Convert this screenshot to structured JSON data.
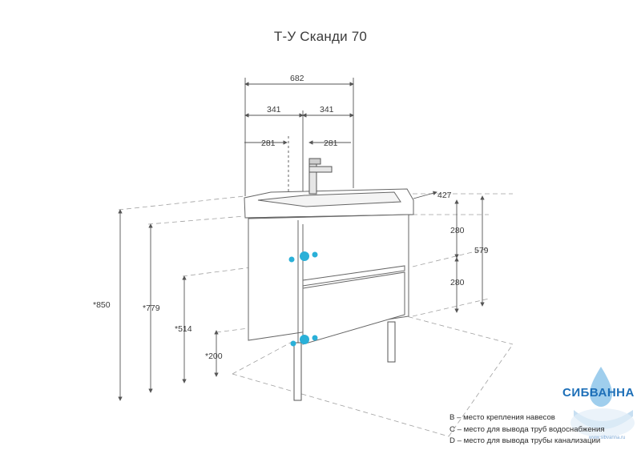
{
  "title": "Т-У Сканди 70",
  "dimensions": {
    "overall_width": "682",
    "half_left": "341",
    "half_right": "341",
    "offset_left": "281",
    "offset_right": "281",
    "depth": "427",
    "top_drawer": "280",
    "bottom_drawer": "280",
    "cabinet_height": "579",
    "total_height": "*850",
    "wall_height": "*779",
    "height_514": "*514",
    "height_200": "*200"
  },
  "legend": {
    "b": "B – место крепления навесов",
    "c": "C – место для вывода труб водоснабжения",
    "d": "D – место для вывода трубы канализации"
  },
  "logo": {
    "name": "СИБВАННА",
    "url": "www.sibvanna.ru"
  },
  "colors": {
    "line": "#6a6a6a",
    "dashed": "#9a9a9a",
    "marker": "#2ab0d8",
    "logo": "#1d6fb8"
  }
}
